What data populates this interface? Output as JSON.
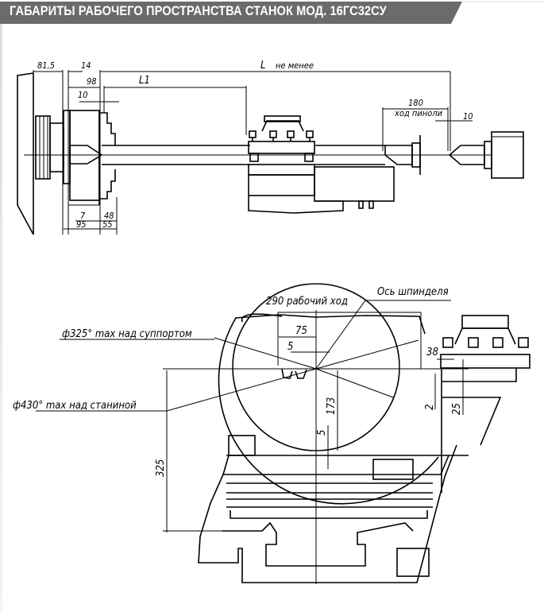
{
  "header": {
    "title": "ГАБАРИТЫ РАБОЧЕГО ПРОСТРАНСТВА СТАНОК МОД. 16ГС32СУ",
    "banner_color": "#6b6b6b",
    "text_color": "#ffffff"
  },
  "top_view": {
    "dimensions": {
      "d81_5": "81,5",
      "d14": "14",
      "d98": "98",
      "d10_left": "10",
      "L1": "L1",
      "L": "L",
      "L_note": "не менее",
      "d180": "180",
      "quill_travel": "ход пиноли",
      "d10_right": "10",
      "d7": "7",
      "d48": "48",
      "d95": "95",
      "d55": "55"
    }
  },
  "section_view": {
    "dimensions": {
      "work_travel": "290 рабочий ход",
      "spindle_axis": "Ось шпинделя",
      "dia325": "ф325° max над суппортом",
      "dia430": "ф430° max над станиной",
      "d75": "75",
      "d5_top": "5",
      "d173": "173",
      "d5_bottom": "5",
      "d325": "325",
      "d38": "38",
      "d2": "2",
      "d25": "25"
    }
  }
}
